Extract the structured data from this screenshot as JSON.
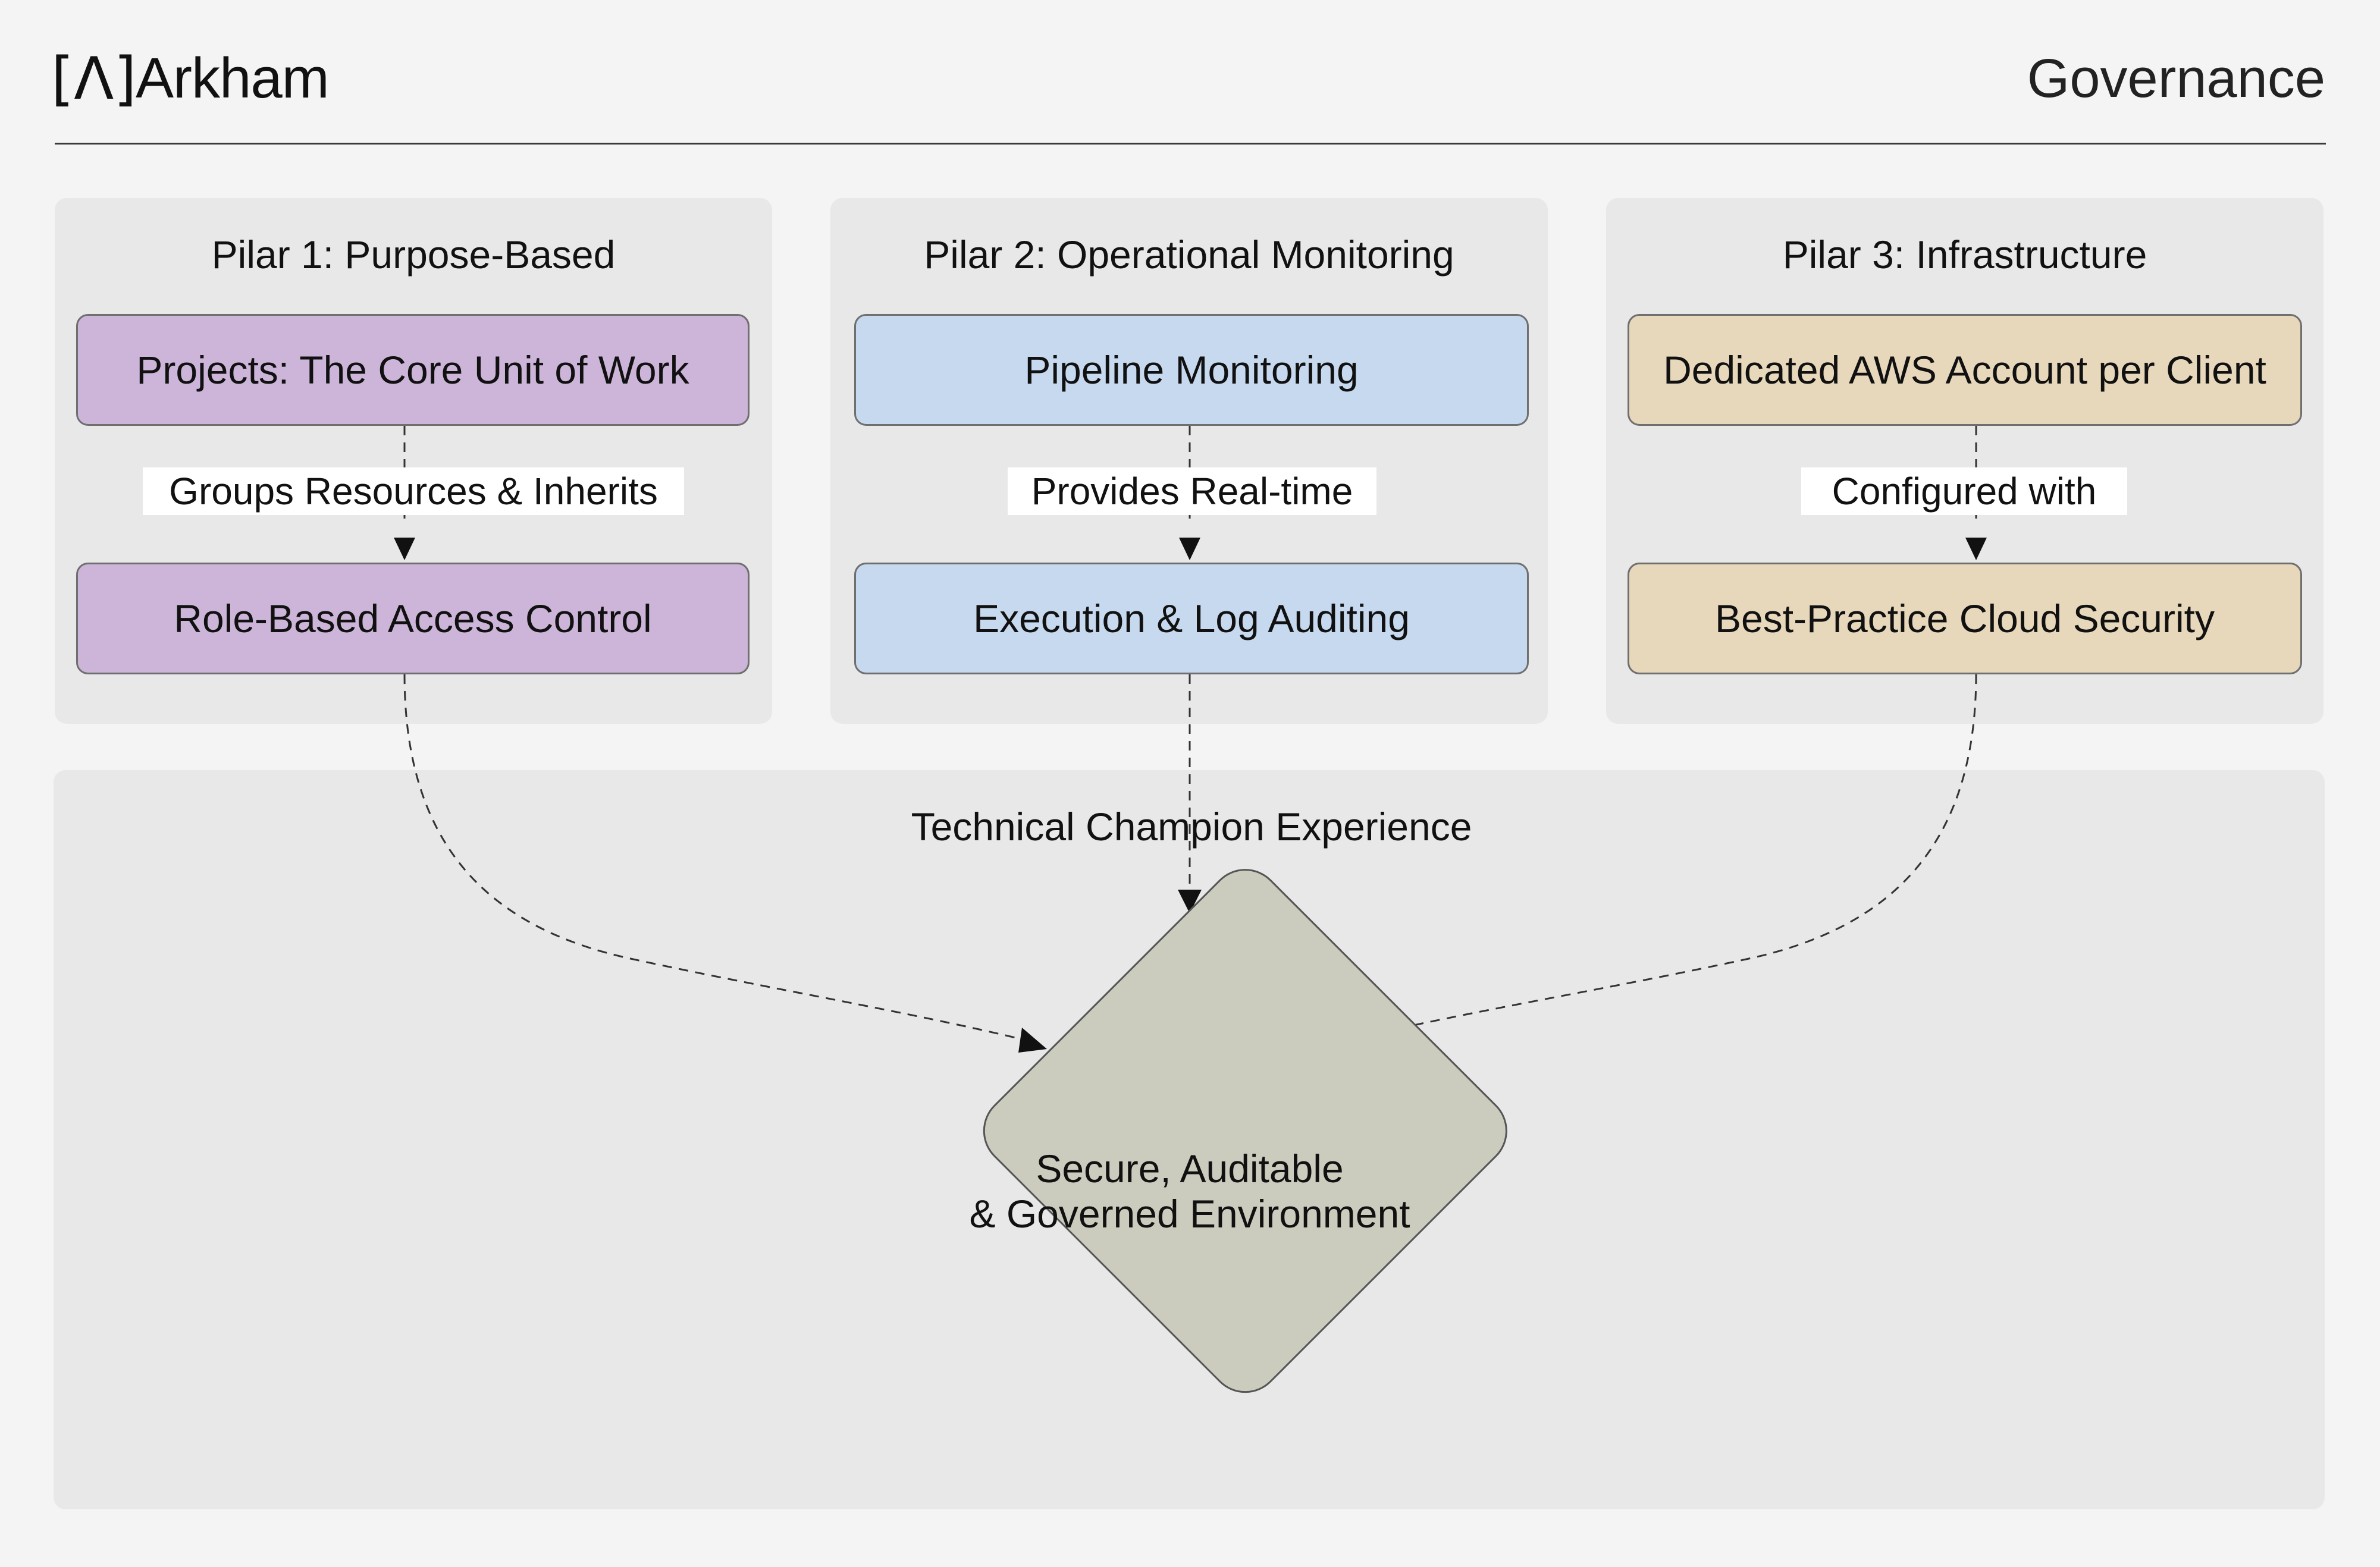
{
  "header": {
    "logo_mark": "[Λ]",
    "brand": "Arkham",
    "title": "Governance"
  },
  "pillars": [
    {
      "title": "Pilar 1: Purpose-Based",
      "top_box": "Projects: The Core Unit of Work",
      "edge_label": "Groups Resources & Inherits",
      "bottom_box": "Role-Based Access Control",
      "color": "#cdb5da"
    },
    {
      "title": "Pilar 2: Operational Monitoring",
      "top_box": "Pipeline Monitoring",
      "edge_label": "Provides Real-time",
      "bottom_box": "Execution & Log Auditing",
      "color": "#c7d9ef"
    },
    {
      "title": "Pilar 3: Infrastructure",
      "top_box": "Dedicated AWS Account per Client",
      "edge_label": "Configured with",
      "bottom_box": "Best-Practice Cloud Security",
      "color": "#e7d7bb"
    }
  ],
  "champion": {
    "title": "Technical Champion Experience",
    "outcome_line1": "Secure, Auditable",
    "outcome_line2": "& Governed Environment",
    "outcome_color": "#ccccbe"
  }
}
